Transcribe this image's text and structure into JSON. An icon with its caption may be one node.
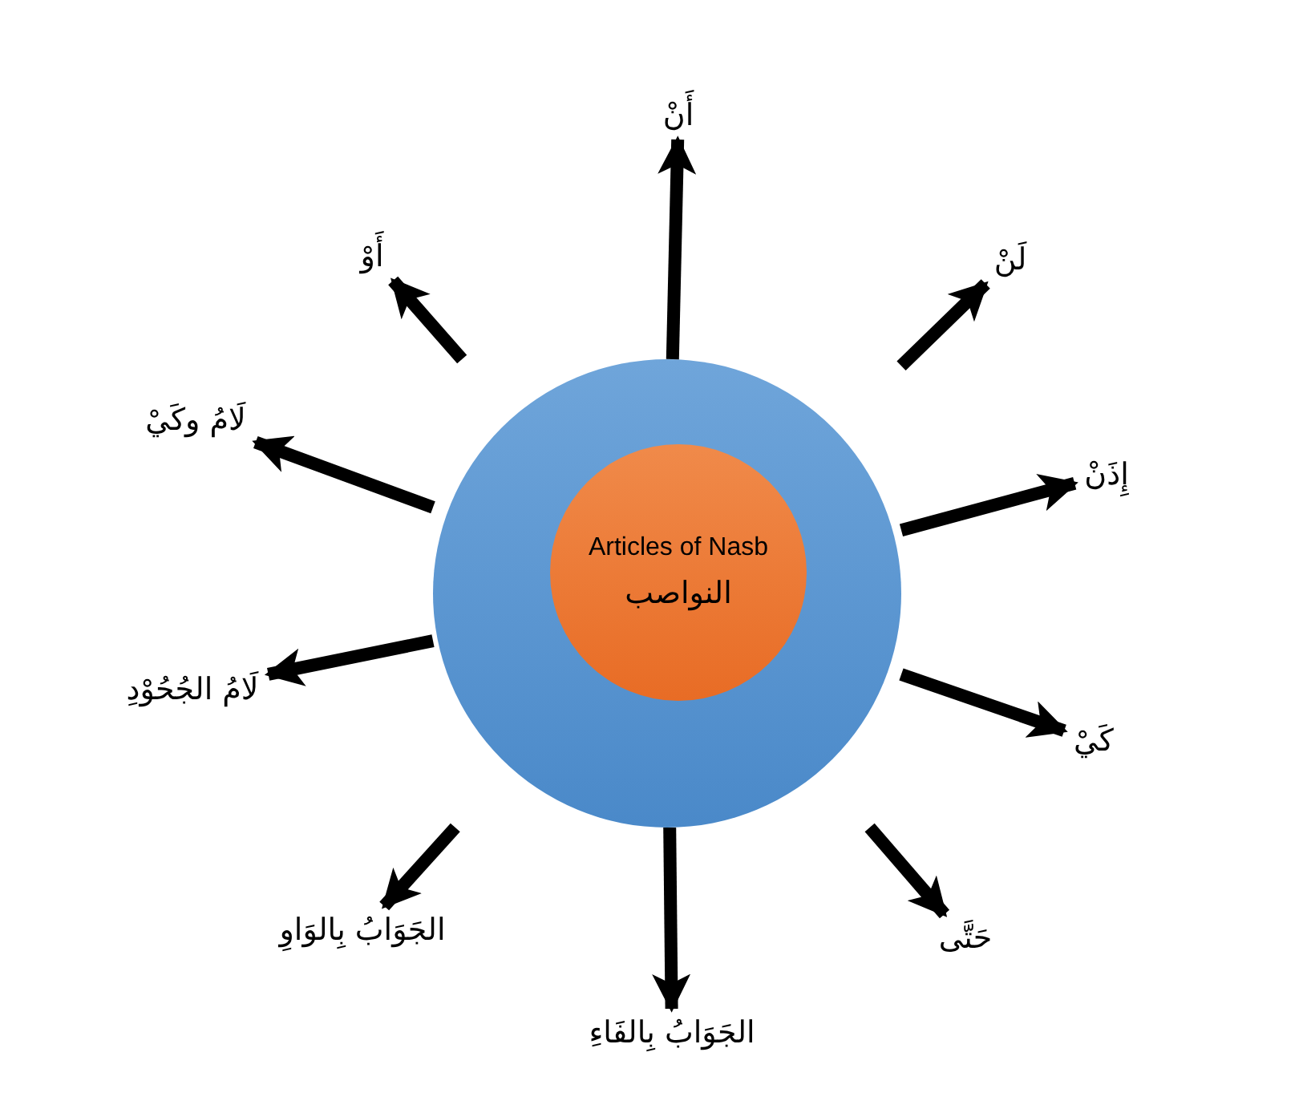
{
  "diagram": {
    "nodes": [
      {
        "text": [],
        "shape": "circle"
      },
      {
        "text": [
          "Articles of Nasb",
          "النواصب"
        ],
        "in": 0
      },
      {
        "text": [
          "أَنْ"
        ]
      },
      {
        "text": [
          "لَنْ"
        ]
      },
      {
        "text": [
          "إِذَنْ"
        ]
      },
      {
        "text": [
          "كَيْ"
        ]
      },
      {
        "text": [
          "حَتَّى"
        ]
      },
      {
        "text": [
          "الجَوَابُ بِالفَاءِ"
        ]
      },
      {
        "text": [
          "الجَوَابُ بِالوَاوِ"
        ]
      },
      {
        "text": [
          "لَامُ الجُحُوْدِ"
        ]
      },
      {
        "text": [
          "لَامُ وكَيْ"
        ]
      },
      {
        "text": [
          "أَوْ"
        ]
      }
    ],
    "edges": [
      {
        "from": 0,
        "to": 2,
        "arrow": "to"
      },
      {
        "from": 0,
        "to": 3,
        "arrow": "to"
      },
      {
        "from": 0,
        "to": 4,
        "arrow": "to"
      },
      {
        "from": 0,
        "to": 5,
        "arrow": "to"
      },
      {
        "from": 0,
        "to": 6,
        "arrow": "to"
      },
      {
        "from": 0,
        "to": 7,
        "arrow": "to"
      },
      {
        "from": 0,
        "to": 8,
        "arrow": "to"
      },
      {
        "from": 0,
        "to": 9,
        "arrow": "to"
      },
      {
        "from": 0,
        "to": 10,
        "arrow": "to"
      },
      {
        "from": 0,
        "to": 11,
        "arrow": "to"
      }
    ]
  }
}
